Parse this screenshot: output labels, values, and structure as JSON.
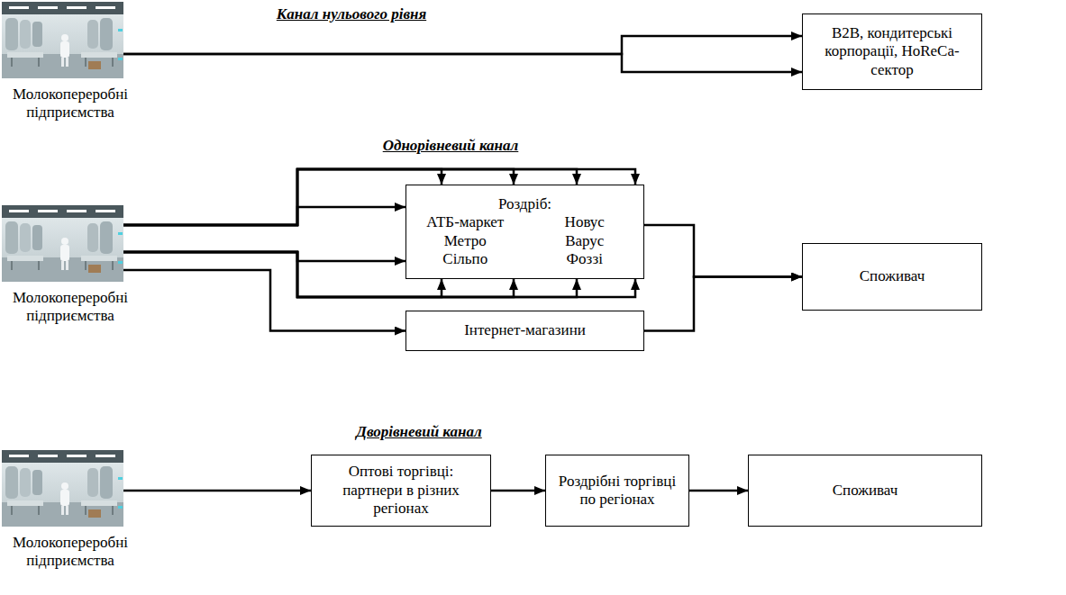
{
  "diagram": {
    "nodes": [
      {
        "text": [
          "Молокопереробні підприємства"
        ]
      },
      {
        "text": [
          "B2B, кондитерські корпорації, HoReCa-сектор"
        ]
      },
      {
        "text": [
          "Молокопереробні підприємства"
        ]
      },
      {
        "text": [
          "Роздріб:",
          "АТБ-маркет",
          "Новус",
          "Метро",
          "Варус",
          "Сільпо",
          "Фоззі"
        ]
      },
      {
        "text": [
          "Інтернет-магазини"
        ]
      },
      {
        "text": [
          "Споживач"
        ]
      },
      {
        "text": [
          "Молокопереробні підприємства"
        ]
      },
      {
        "text": [
          "Оптові торгівці: партнери в різних регіонах"
        ]
      },
      {
        "text": [
          "Роздрібні торгівці по регіонах"
        ]
      },
      {
        "text": [
          "Споживач"
        ]
      }
    ],
    "edges": [
      {
        "from": 0,
        "to": 1,
        "arrow": "to"
      },
      {
        "from": 0,
        "to": 1,
        "arrow": "to"
      },
      {
        "from": 2,
        "to": 3,
        "arrow": "to"
      },
      {
        "from": 2,
        "to": 3,
        "arrow": "to"
      },
      {
        "from": 2,
        "to": 3,
        "arrow": "to"
      },
      {
        "from": 2,
        "to": 3,
        "arrow": "to"
      },
      {
        "from": 2,
        "to": 3,
        "arrow": "to"
      },
      {
        "from": 2,
        "to": 3,
        "arrow": "to"
      },
      {
        "from": 2,
        "to": 3,
        "arrow": "to"
      },
      {
        "from": 2,
        "to": 3,
        "arrow": "to"
      },
      {
        "from": 2,
        "to": 3,
        "arrow": "to"
      },
      {
        "from": 2,
        "to": 3,
        "arrow": "to"
      },
      {
        "from": 2,
        "to": 4,
        "arrow": "to"
      },
      {
        "from": 3,
        "to": 5,
        "arrow": "to"
      },
      {
        "from": 4,
        "to": 5,
        "arrow": "to"
      },
      {
        "from": 6,
        "to": 7,
        "arrow": "to"
      },
      {
        "from": 7,
        "to": 8,
        "arrow": "to"
      },
      {
        "from": 8,
        "to": 9,
        "arrow": "to"
      }
    ],
    "labels": [
      "Канал нульового рівня",
      "Однорівневий канал",
      "Дворівневий канал"
    ]
  }
}
